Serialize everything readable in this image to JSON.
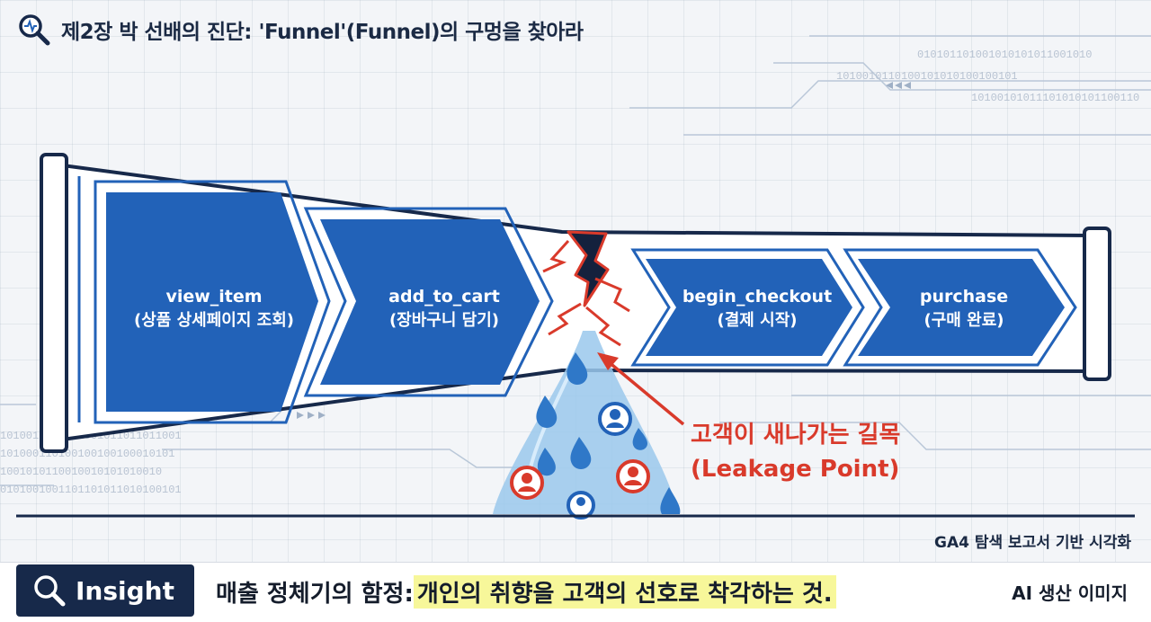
{
  "header": {
    "title": "제2장 박 선배의 진단: 'Funnel'(Funnel)의 구멍을 찾아라"
  },
  "stages": [
    {
      "name": "view_item",
      "desc": "(상품 상세페이지 조회)"
    },
    {
      "name": "add_to_cart",
      "desc": "(장바구니 담기)"
    },
    {
      "name": "begin_checkout",
      "desc": "(결제 시작)"
    },
    {
      "name": "purchase",
      "desc": "(구매 완료)"
    }
  ],
  "leak": {
    "line1": "고객이 새나가는 길목",
    "line2": "(Leakage Point)"
  },
  "caption": "GA4 탐색 보고서 기반 시각화",
  "insight": {
    "tag": "Insight",
    "lead": "매출 정체기의 함정: ",
    "highlight": "개인의 취향을 고객의 선호로 착각하는 것."
  },
  "ai_note": "AI 생산 이미지",
  "icons": {
    "header": "magnifier-icon",
    "insight": "magnifier-icon"
  },
  "colors": {
    "navy": "#17294a",
    "blue": "#2262b8",
    "red": "#d93a2b",
    "water": "#9ac8ec",
    "highlight": "#f7f79a"
  }
}
